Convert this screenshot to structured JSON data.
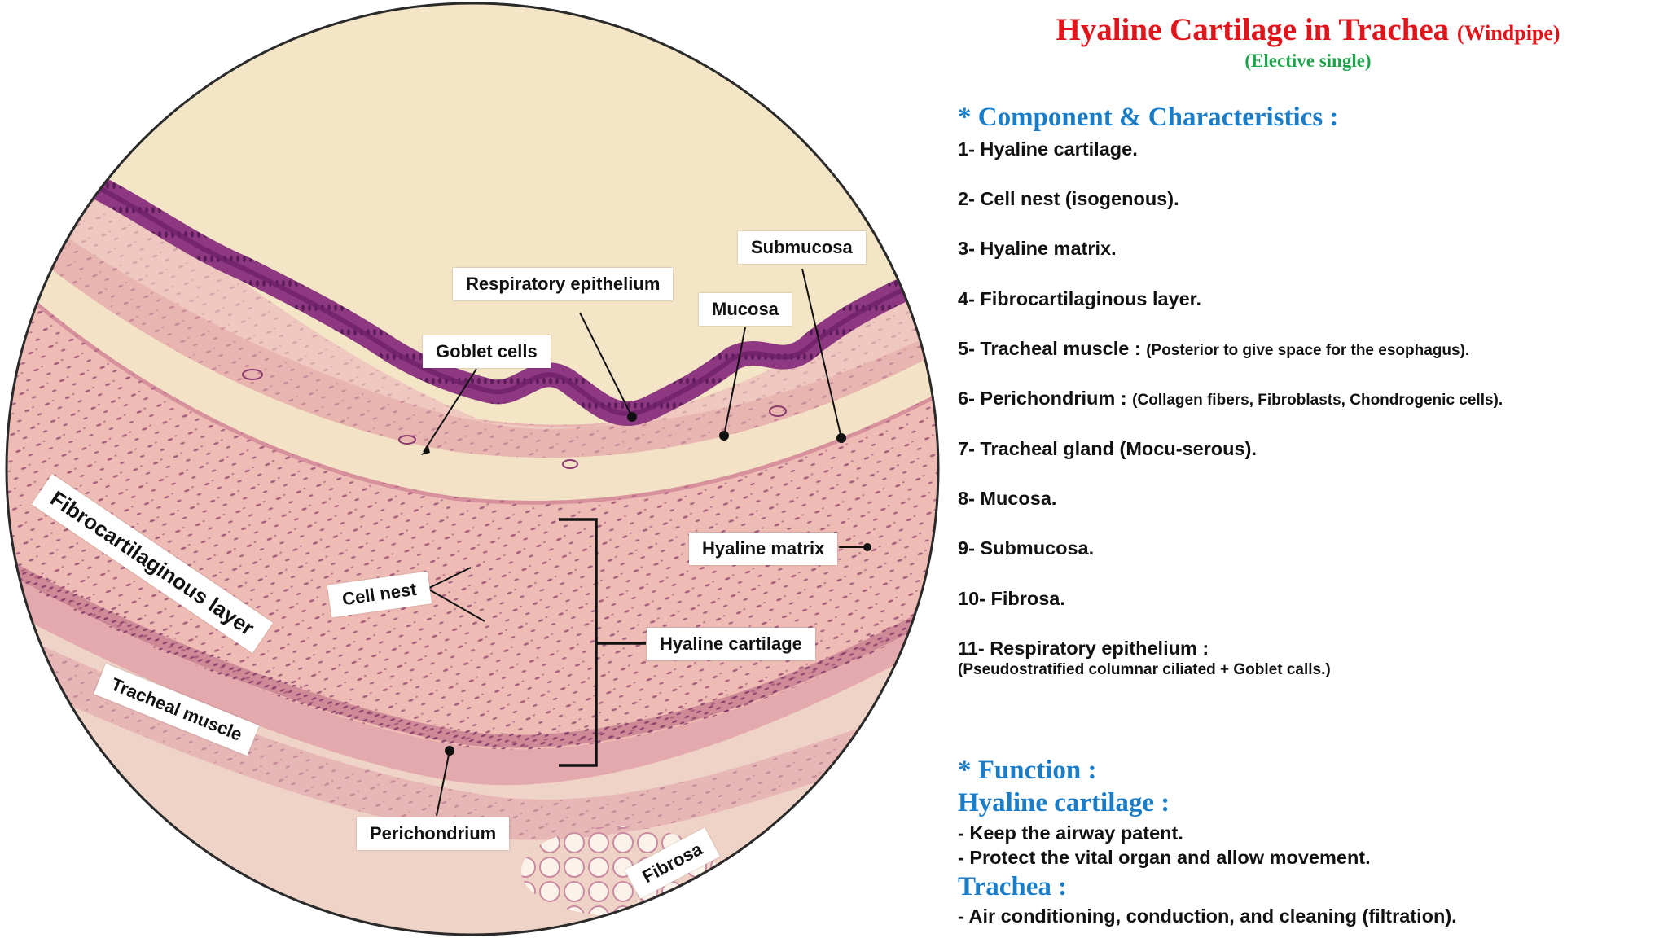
{
  "colors": {
    "title": "#e0141b",
    "subtitle": "#1fa34a",
    "section": "#1b7cc8",
    "text": "#111111",
    "background": "#ffffff"
  },
  "header": {
    "title": "Hyaline Cartilage in Trachea",
    "title_suffix": "(Windpipe)",
    "subtitle": "(Elective single)"
  },
  "components": {
    "heading": "* Component & Characteristics :",
    "items": [
      {
        "text": "1- Hyaline cartilage.",
        "note": ""
      },
      {
        "text": "2- Cell nest (isogenous).",
        "note": ""
      },
      {
        "text": "3- Hyaline matrix.",
        "note": ""
      },
      {
        "text": "4- Fibrocartilaginous layer.",
        "note": ""
      },
      {
        "text": "5- Tracheal muscle : ",
        "note": "(Posterior to give space for the esophagus)."
      },
      {
        "text": "6- Perichondrium : ",
        "note": "(Collagen fibers, Fibroblasts, Chondrogenic cells)."
      },
      {
        "text": "7- Tracheal gland (Mocu-serous).",
        "note": ""
      },
      {
        "text": "8- Mucosa.",
        "note": ""
      },
      {
        "text": "9- Submucosa.",
        "note": ""
      },
      {
        "text": "10- Fibrosa.",
        "note": ""
      },
      {
        "text": "11- Respiratory epithelium :",
        "note": ""
      }
    ],
    "item11_detail": "(Pseudostratified columnar ciliated + Goblet calls.)"
  },
  "function": {
    "heading": "* Function :",
    "hyaline_heading": "Hyaline cartilage :",
    "hyaline_items": [
      "- Keep the airway patent.",
      "- Protect the vital organ and allow movement."
    ],
    "trachea_heading": "Trachea :",
    "trachea_items": [
      "- Air conditioning, conduction, and cleaning (filtration)."
    ]
  },
  "micrograph_labels": {
    "submucosa": "Submucosa",
    "respiratory_epithelium": "Respiratory epithelium",
    "mucosa": "Mucosa",
    "goblet_cells": "Goblet cells",
    "fibrocartilaginous_layer": "Fibrocartilaginous layer",
    "hyaline_matrix": "Hyaline matrix",
    "cell_nest": "Cell nest",
    "hyaline_cartilage": "Hyaline cartilage",
    "tracheal_muscle": "Tracheal muscle",
    "perichondrium": "Perichondrium",
    "fibrosa": "Fibrosa"
  }
}
